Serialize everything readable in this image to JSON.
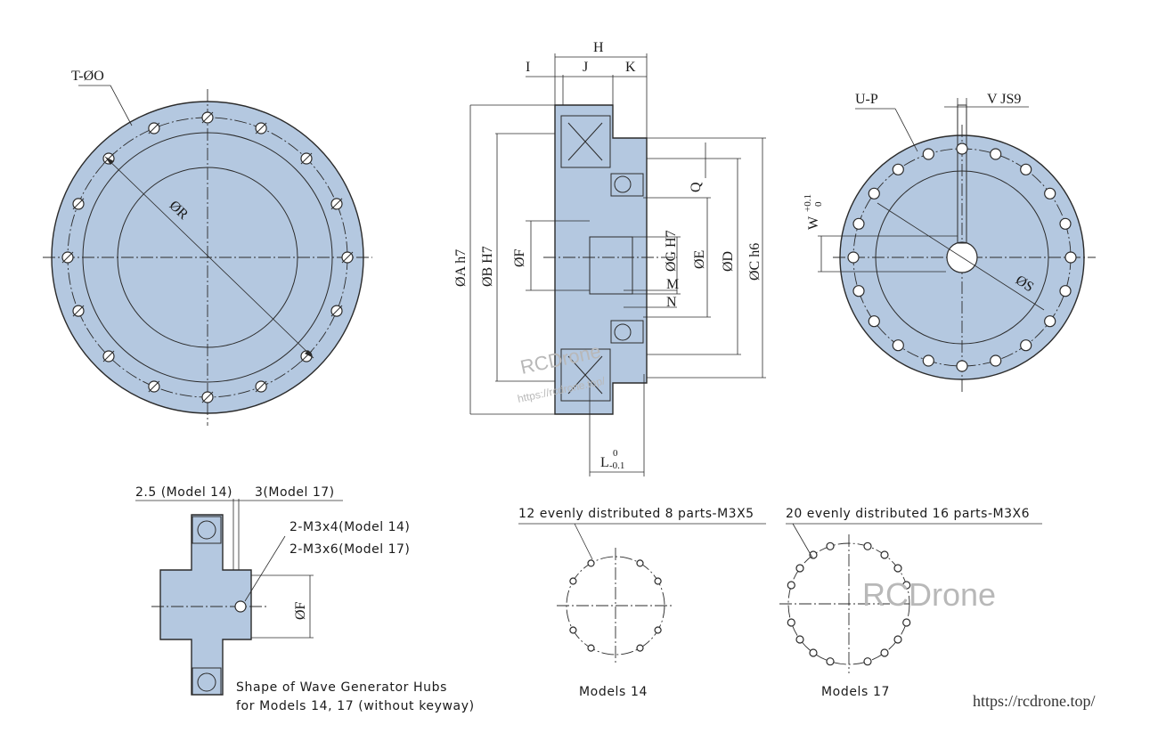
{
  "front_view": {
    "hole_callout": "T-ØO",
    "diameter_label": "ØR"
  },
  "section_view": {
    "top_labels": [
      "H",
      "I",
      "J",
      "K"
    ],
    "left_labels": [
      "ØA h7",
      "ØB H7",
      "ØF"
    ],
    "right_labels": [
      "ØG H7",
      "ØE",
      "ØD",
      "ØC h6",
      "Q",
      "M",
      "N"
    ],
    "bottom_label": "L",
    "bottom_tolerance_upper": "0",
    "bottom_tolerance_lower": "-0.1"
  },
  "rear_view": {
    "hole_callout": "U-P",
    "keyway_label": "V JS9",
    "keyway_depth_label": "W",
    "keyway_tolerance_upper": "+0.1",
    "keyway_tolerance_lower": "0",
    "diameter_label": "ØS"
  },
  "hub_detail": {
    "dim_model14": "2.5 (Model 14)",
    "dim_model17": "3(Model 17)",
    "screw_model14": "2-M3x4(Model 14)",
    "screw_model17": "2-M3x6(Model 17)",
    "bore_label": "ØF",
    "caption_line1": "Shape of Wave Generator Hubs",
    "caption_line2": "for Models 14, 17 (without keyway)"
  },
  "pattern_14": {
    "title": "12 evenly distributed 8 parts-M3X5",
    "caption": "Models 14"
  },
  "pattern_17": {
    "title": "20 evenly distributed 16 parts-M3X6",
    "caption": "Models 17"
  },
  "watermarks": {
    "brand": "RCDrone",
    "brand_small": "RCDrone",
    "url_small": "https://rcdrone.top/",
    "url": "https://rcdrone.top/"
  },
  "colors": {
    "body_fill": "#b4c8e0",
    "line": "#2b2b2b",
    "background": "#ffffff"
  }
}
